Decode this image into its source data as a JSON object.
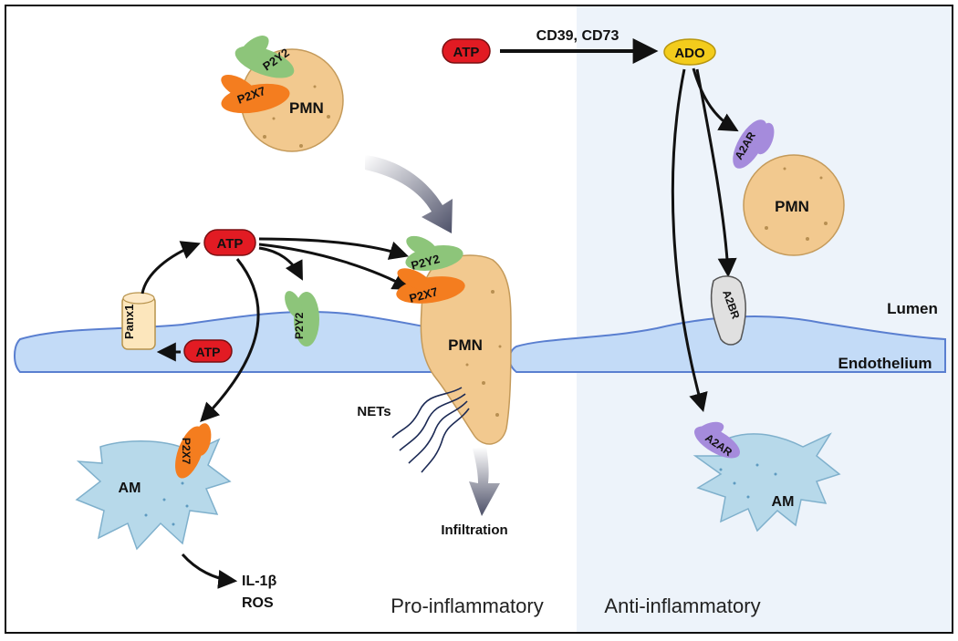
{
  "regions": {
    "pro_inflammatory": "Pro-inflammatory",
    "anti_inflammatory": "Anti-inflammatory"
  },
  "layers": {
    "lumen": "Lumen",
    "endothelium": "Endothelium"
  },
  "molecules": {
    "atp_top": "ATP",
    "atp_center": "ATP",
    "atp_small": "ATP",
    "ado": "ADO",
    "enzymes": "CD39, CD73"
  },
  "receptors": {
    "p2y2_top": "P2Y2",
    "p2x7_top": "P2X7",
    "p2y2_mid": "P2Y2",
    "p2y2_endo": "P2Y2",
    "p2x7_mid": "P2X7",
    "p2x7_am": "P2X7",
    "a2ar_pmn": "A2AR",
    "a2br": "A2BR",
    "a2ar_am": "A2AR",
    "panx1": "Panx1"
  },
  "cells": {
    "pmn_top": "PMN",
    "pmn_mid": "PMN",
    "pmn_right": "PMN",
    "am_left": "AM",
    "am_right": "AM"
  },
  "outputs": {
    "nets": "NETs",
    "infiltration": "Infiltration",
    "il1b": "IL-1β",
    "ros": "ROS"
  },
  "colors": {
    "atp_fill": "#e21b23",
    "ado_fill": "#f3cc1c",
    "p2y2": "#8dc57a",
    "p2x7": "#f47d1f",
    "a2ar": "#a58bdc",
    "a2br": "#e0e0e0",
    "pmn": "#f2c98f",
    "am": "#b7d9ea",
    "endothelium": "#c3dbf7",
    "anti_panel": "#edf3fa",
    "big_arrow": "#4d5068"
  }
}
